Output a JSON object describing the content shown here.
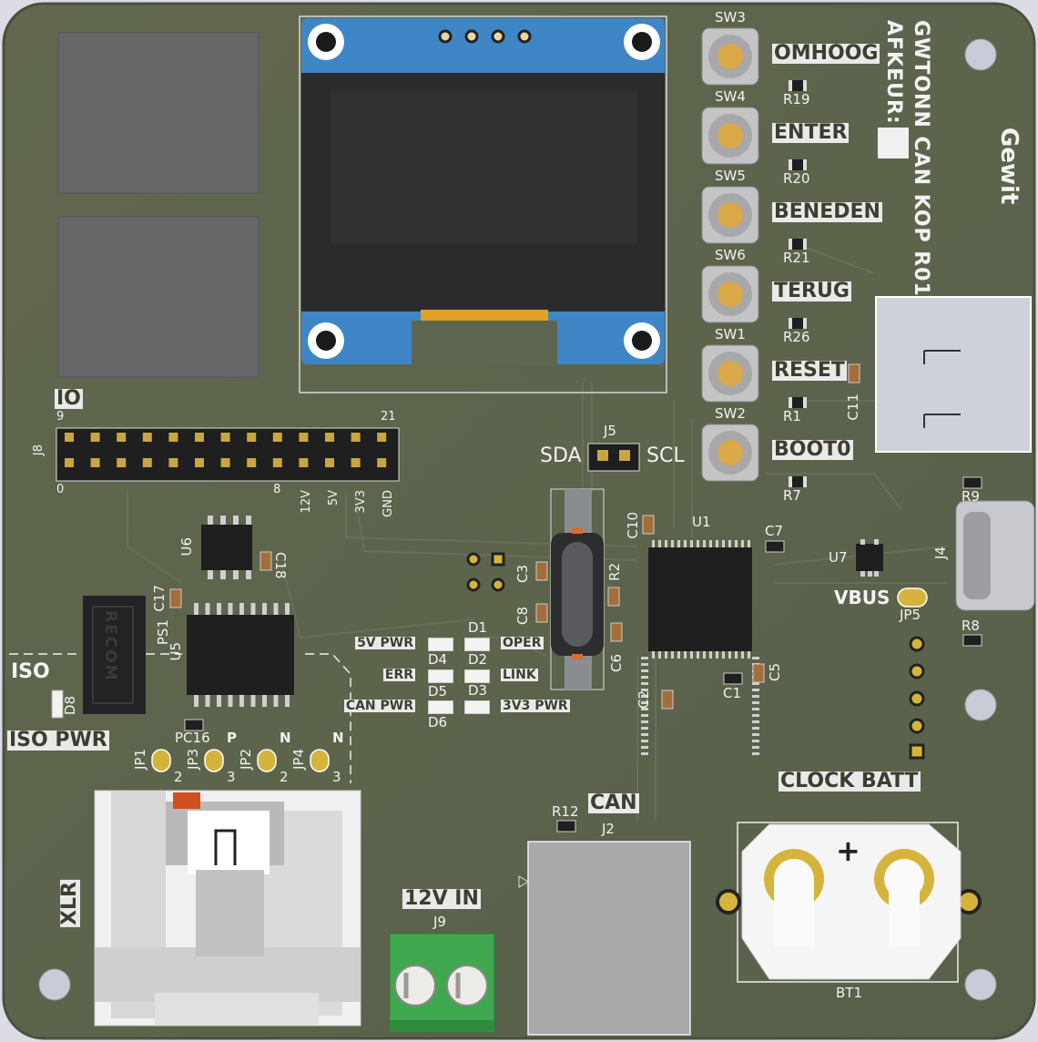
{
  "colors": {
    "pcb": "#5e6550",
    "silkscreen": "#f2f2f2",
    "pad_gold": "#d6b43c",
    "oled_blue": "#3e86c6",
    "terminal_green": "#3fa84f",
    "button_cap": "#d9a94a"
  },
  "title_block": {
    "line1": "GWTONN CAN KOP R01",
    "line2": "AFKEUR:",
    "logo_text": "Gewit"
  },
  "buttons": [
    {
      "ref": "SW3",
      "label": "OMHOOG",
      "resistor": "R19"
    },
    {
      "ref": "SW4",
      "label": "ENTER",
      "resistor": "R20"
    },
    {
      "ref": "SW5",
      "label": "BENEDEN",
      "resistor": "R21"
    },
    {
      "ref": "SW6",
      "label": "TERUG",
      "resistor": "R26"
    },
    {
      "ref": "SW1",
      "label": "RESET",
      "resistor": "R1"
    },
    {
      "ref": "SW2",
      "label": "BOOT0",
      "resistor": "R7"
    }
  ],
  "io_header": {
    "title": "IO",
    "ref": "J8",
    "pin_top_left": "9",
    "pin_top_right": "21",
    "pin_bottom_left": "0",
    "pin_bottom_mid": "8",
    "power_pins": [
      "12V",
      "5V",
      "3V3",
      "GND"
    ]
  },
  "i2c": {
    "ref": "J5",
    "left": "SDA",
    "right": "SCL"
  },
  "leds": {
    "left": [
      {
        "label": "5V PWR",
        "ref": "D4"
      },
      {
        "label": "ERR",
        "ref": "D5"
      },
      {
        "label": "CAN PWR",
        "ref": "D6"
      }
    ],
    "right": [
      {
        "ref": "D1",
        "label": "OPER"
      },
      {
        "ref": "D2",
        "label": "LINK"
      },
      {
        "ref": "D3",
        "label": "3V3 PWR"
      }
    ]
  },
  "chips": {
    "u1": "U1",
    "u5": "U5",
    "u6": "U6",
    "u7": "U7",
    "ps1": "PS1",
    "recom": "RECOM"
  },
  "passives": {
    "c1": "C1",
    "c2": "C2",
    "c3": "C3",
    "c5": "C5",
    "c6": "C6",
    "c7": "C7",
    "c8": "C8",
    "c10": "C10",
    "c11": "C11",
    "c16": "PC16",
    "c17": "C17",
    "c18": "C18",
    "r2": "R2",
    "r8": "R8",
    "r9": "R9",
    "r12": "R12",
    "d8": "D8"
  },
  "connectors": {
    "usb_ref": "J4",
    "vbus_label": "VBUS",
    "jp5": "JP5",
    "can_label": "CAN",
    "can_ref": "J2",
    "power_label": "12V IN",
    "power_ref": "J9",
    "xlr_label": "XLR",
    "batt_label": "CLOCK BATT",
    "batt_ref": "BT1",
    "batt_plus": "+"
  },
  "iso": {
    "iso_label": "ISO",
    "iso_pwr_label": "ISO PWR",
    "jumpers": [
      {
        "ref": "JP1",
        "num": "2",
        "pol": ""
      },
      {
        "ref": "JP3",
        "num": "3",
        "pol": "P"
      },
      {
        "ref": "JP2",
        "num": "2",
        "pol": "N"
      },
      {
        "ref": "JP4",
        "num": "3",
        "pol": "N"
      }
    ]
  }
}
